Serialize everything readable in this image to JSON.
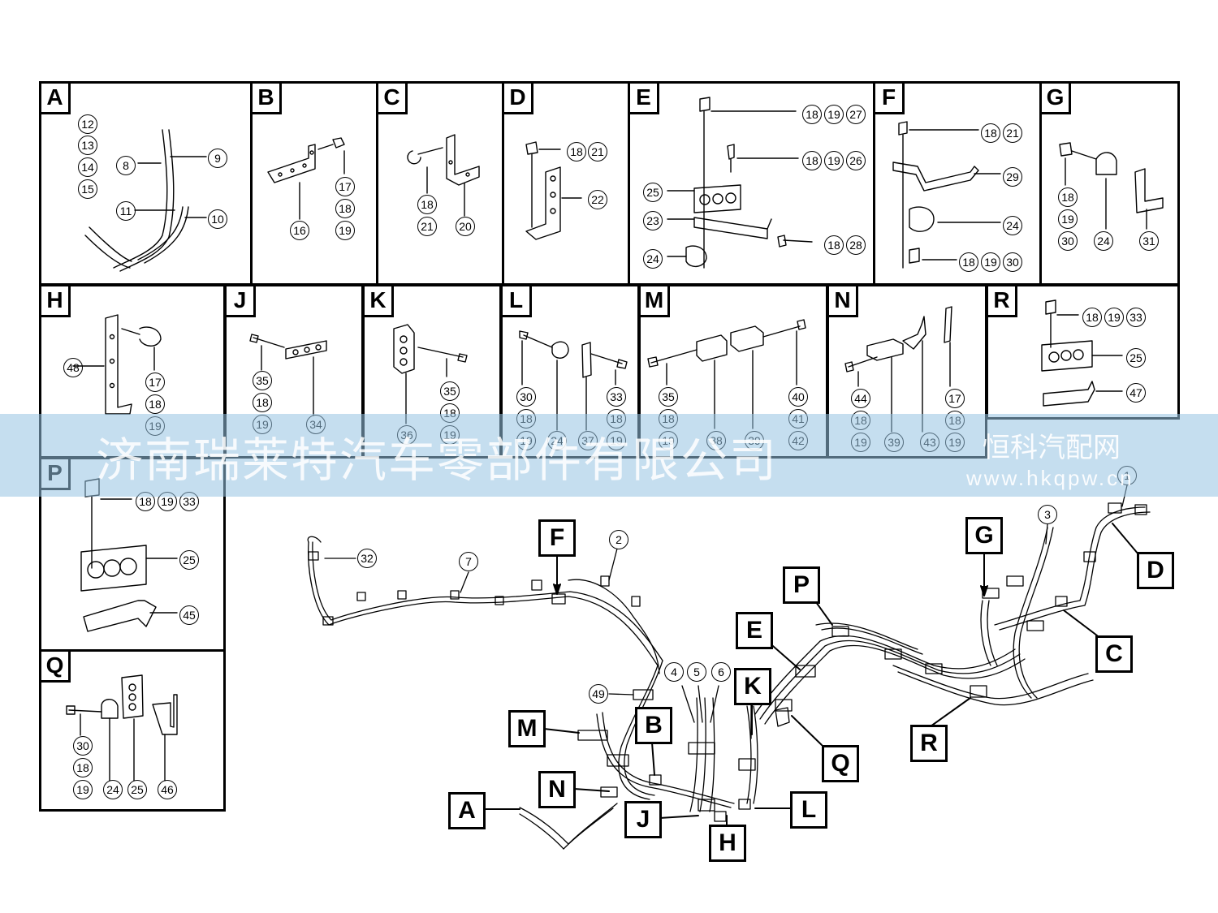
{
  "panels": [
    {
      "id": "A",
      "numbers": [
        "12",
        "13",
        "14",
        "15",
        "8",
        "9",
        "11",
        "10"
      ]
    },
    {
      "id": "B",
      "numbers": [
        "17",
        "18",
        "19",
        "16"
      ]
    },
    {
      "id": "C",
      "numbers": [
        "18",
        "21",
        "20"
      ]
    },
    {
      "id": "D",
      "numbers": [
        "18",
        "21",
        "22"
      ]
    },
    {
      "id": "E",
      "numbers": [
        "18",
        "19",
        "27",
        "18",
        "19",
        "26",
        "25",
        "23",
        "18",
        "28",
        "24"
      ]
    },
    {
      "id": "F",
      "numbers": [
        "18",
        "21",
        "29",
        "24",
        "18",
        "19",
        "30"
      ]
    },
    {
      "id": "G",
      "numbers": [
        "18",
        "19",
        "30",
        "24",
        "31"
      ]
    },
    {
      "id": "H",
      "numbers": [
        "48",
        "17",
        "18",
        "19"
      ]
    },
    {
      "id": "J",
      "numbers": [
        "35",
        "18",
        "19",
        "34"
      ]
    },
    {
      "id": "K",
      "numbers": [
        "35",
        "18",
        "19",
        "36"
      ]
    },
    {
      "id": "L",
      "numbers": [
        "30",
        "18",
        "19",
        "24",
        "37",
        "33",
        "18",
        "19"
      ]
    },
    {
      "id": "M",
      "numbers": [
        "35",
        "18",
        "19",
        "38",
        "39",
        "40",
        "41",
        "42"
      ]
    },
    {
      "id": "N",
      "numbers": [
        "44",
        "18",
        "19",
        "39",
        "43",
        "17",
        "18",
        "19"
      ]
    },
    {
      "id": "R",
      "numbers": [
        "18",
        "19",
        "33",
        "25",
        "47"
      ]
    },
    {
      "id": "P",
      "numbers": [
        "18",
        "19",
        "33",
        "25",
        "45"
      ]
    },
    {
      "id": "Q",
      "numbers": [
        "30",
        "18",
        "19",
        "24",
        "25",
        "46"
      ]
    }
  ],
  "main_callouts": [
    "F",
    "G",
    "P",
    "E",
    "K",
    "B",
    "M",
    "N",
    "A",
    "J",
    "H",
    "L",
    "Q",
    "R",
    "C",
    "D"
  ],
  "main_numbers": [
    "32",
    "7",
    "2",
    "3",
    "1",
    "4",
    "5",
    "6",
    "49"
  ],
  "watermark": {
    "company": "济南瑞莱特汽车零部件有限公司",
    "site_name": "恒科汽配网",
    "url": "www.hkqpw.cn"
  }
}
